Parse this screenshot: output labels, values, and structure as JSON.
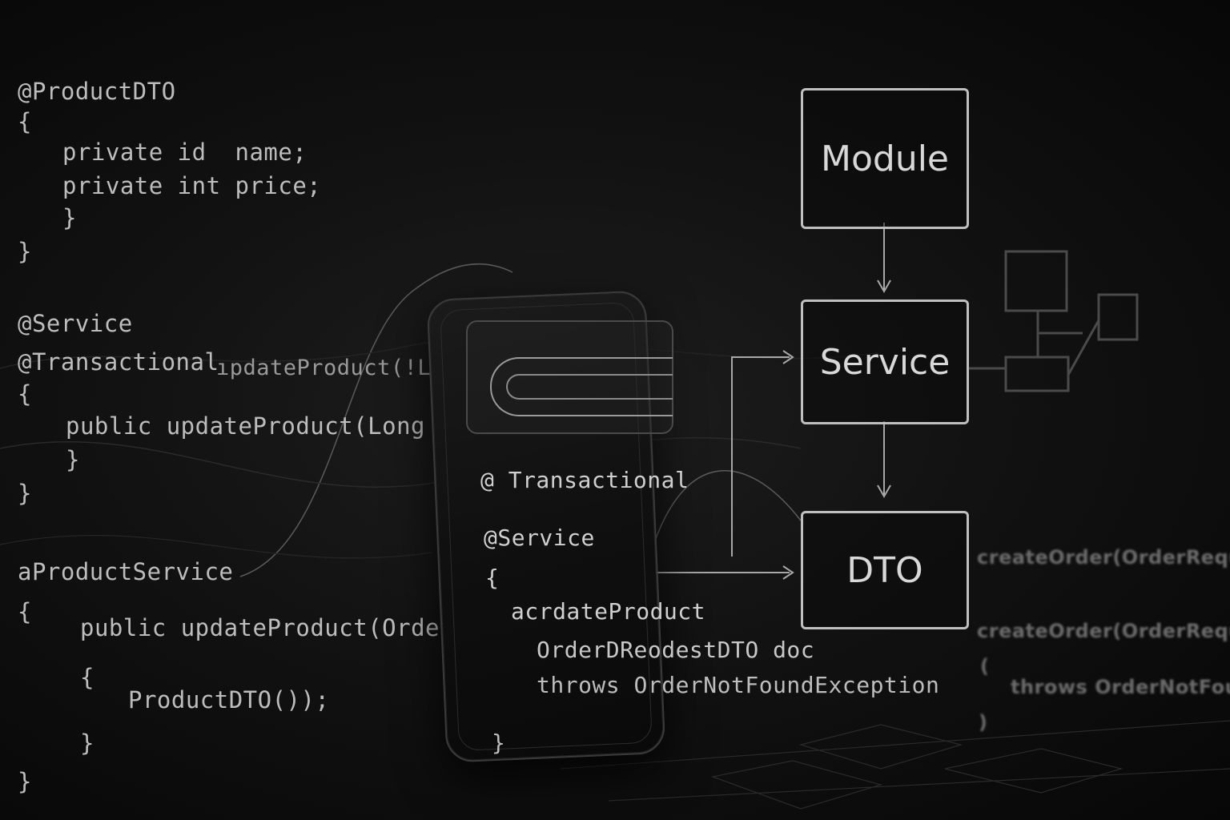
{
  "left_code": {
    "l1": "@ProductDTO",
    "l2": "{",
    "l3": "private id  name;",
    "l4": "private int price;",
    "l5": "}",
    "l6": "}",
    "l7": "@Service",
    "l8": "@Transactional",
    "l8b": "ıpdateProduct(!Lon",
    "l9": "{",
    "l10": "public updateProduct(Long id,",
    "l11": "}",
    "l12": "}",
    "l13": "aProductService",
    "l14": "{",
    "l15": "public updateProduct(OrdettDTO",
    "l16": "{",
    "l17": "ProductDTO());",
    "l18": "}",
    "l19": "}"
  },
  "phone_code": {
    "p1": "@ Transactional",
    "p2": "@Service",
    "p3": "{",
    "p4": "acrdateProduct",
    "p5": "OrderDReodestDTO doc",
    "p6": "throws OrderNotFoundException",
    "p7": "}"
  },
  "diagram": {
    "module": "Module",
    "service": "Service",
    "dto": "DTO"
  },
  "right_blur": {
    "r1": "createOrder(OrderRequest",
    "r2": "createOrder(OrderRequestDTO",
    "r3": "(",
    "r4": "throws OrderNotFoundException",
    "r5": ")"
  }
}
